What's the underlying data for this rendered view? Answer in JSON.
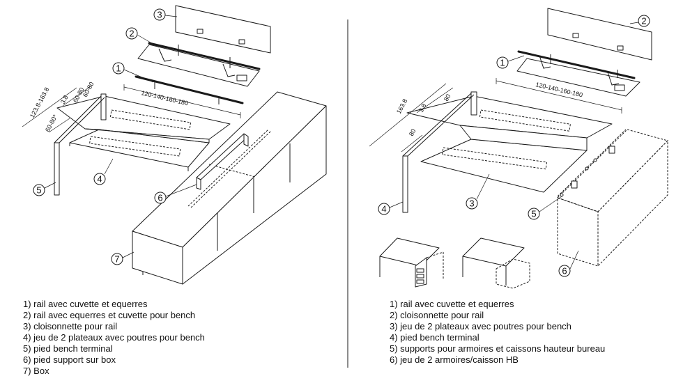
{
  "left_panel": {
    "dimensions": {
      "length": "120-140-160-180",
      "depth_range": "123.8-163.8",
      "gap": "3.8",
      "plate_depth": "60-80",
      "plate_depth_star": "60-80*"
    },
    "callouts": [
      "1",
      "2",
      "3",
      "4",
      "5",
      "6",
      "7"
    ],
    "legend": [
      "1) rail avec cuvette et equerres",
      "2) rail avec equerres et cuvette pour bench",
      "3) cloisonnette pour rail",
      "4) jeu de 2 plateaux avec poutres pour bench",
      "5) pied bench terminal",
      "6) pied support sur box",
      "7) Box"
    ]
  },
  "right_panel": {
    "dimensions": {
      "length": "120-140-160-180",
      "depth": "163.8",
      "gap": "3.8",
      "plate_depth_a": "80",
      "plate_depth_b": "80"
    },
    "callouts": [
      "1",
      "2",
      "3",
      "4",
      "5",
      "6"
    ],
    "legend": [
      "1) rail avec cuvette et equerres",
      "2) cloisonnette pour rail",
      "3) jeu de 2 plateaux avec poutres pour bench",
      "4) pied bench terminal",
      "5) supports pour armoires et caissons hauteur bureau",
      "6) jeu de 2 armoires/caisson HB"
    ]
  }
}
